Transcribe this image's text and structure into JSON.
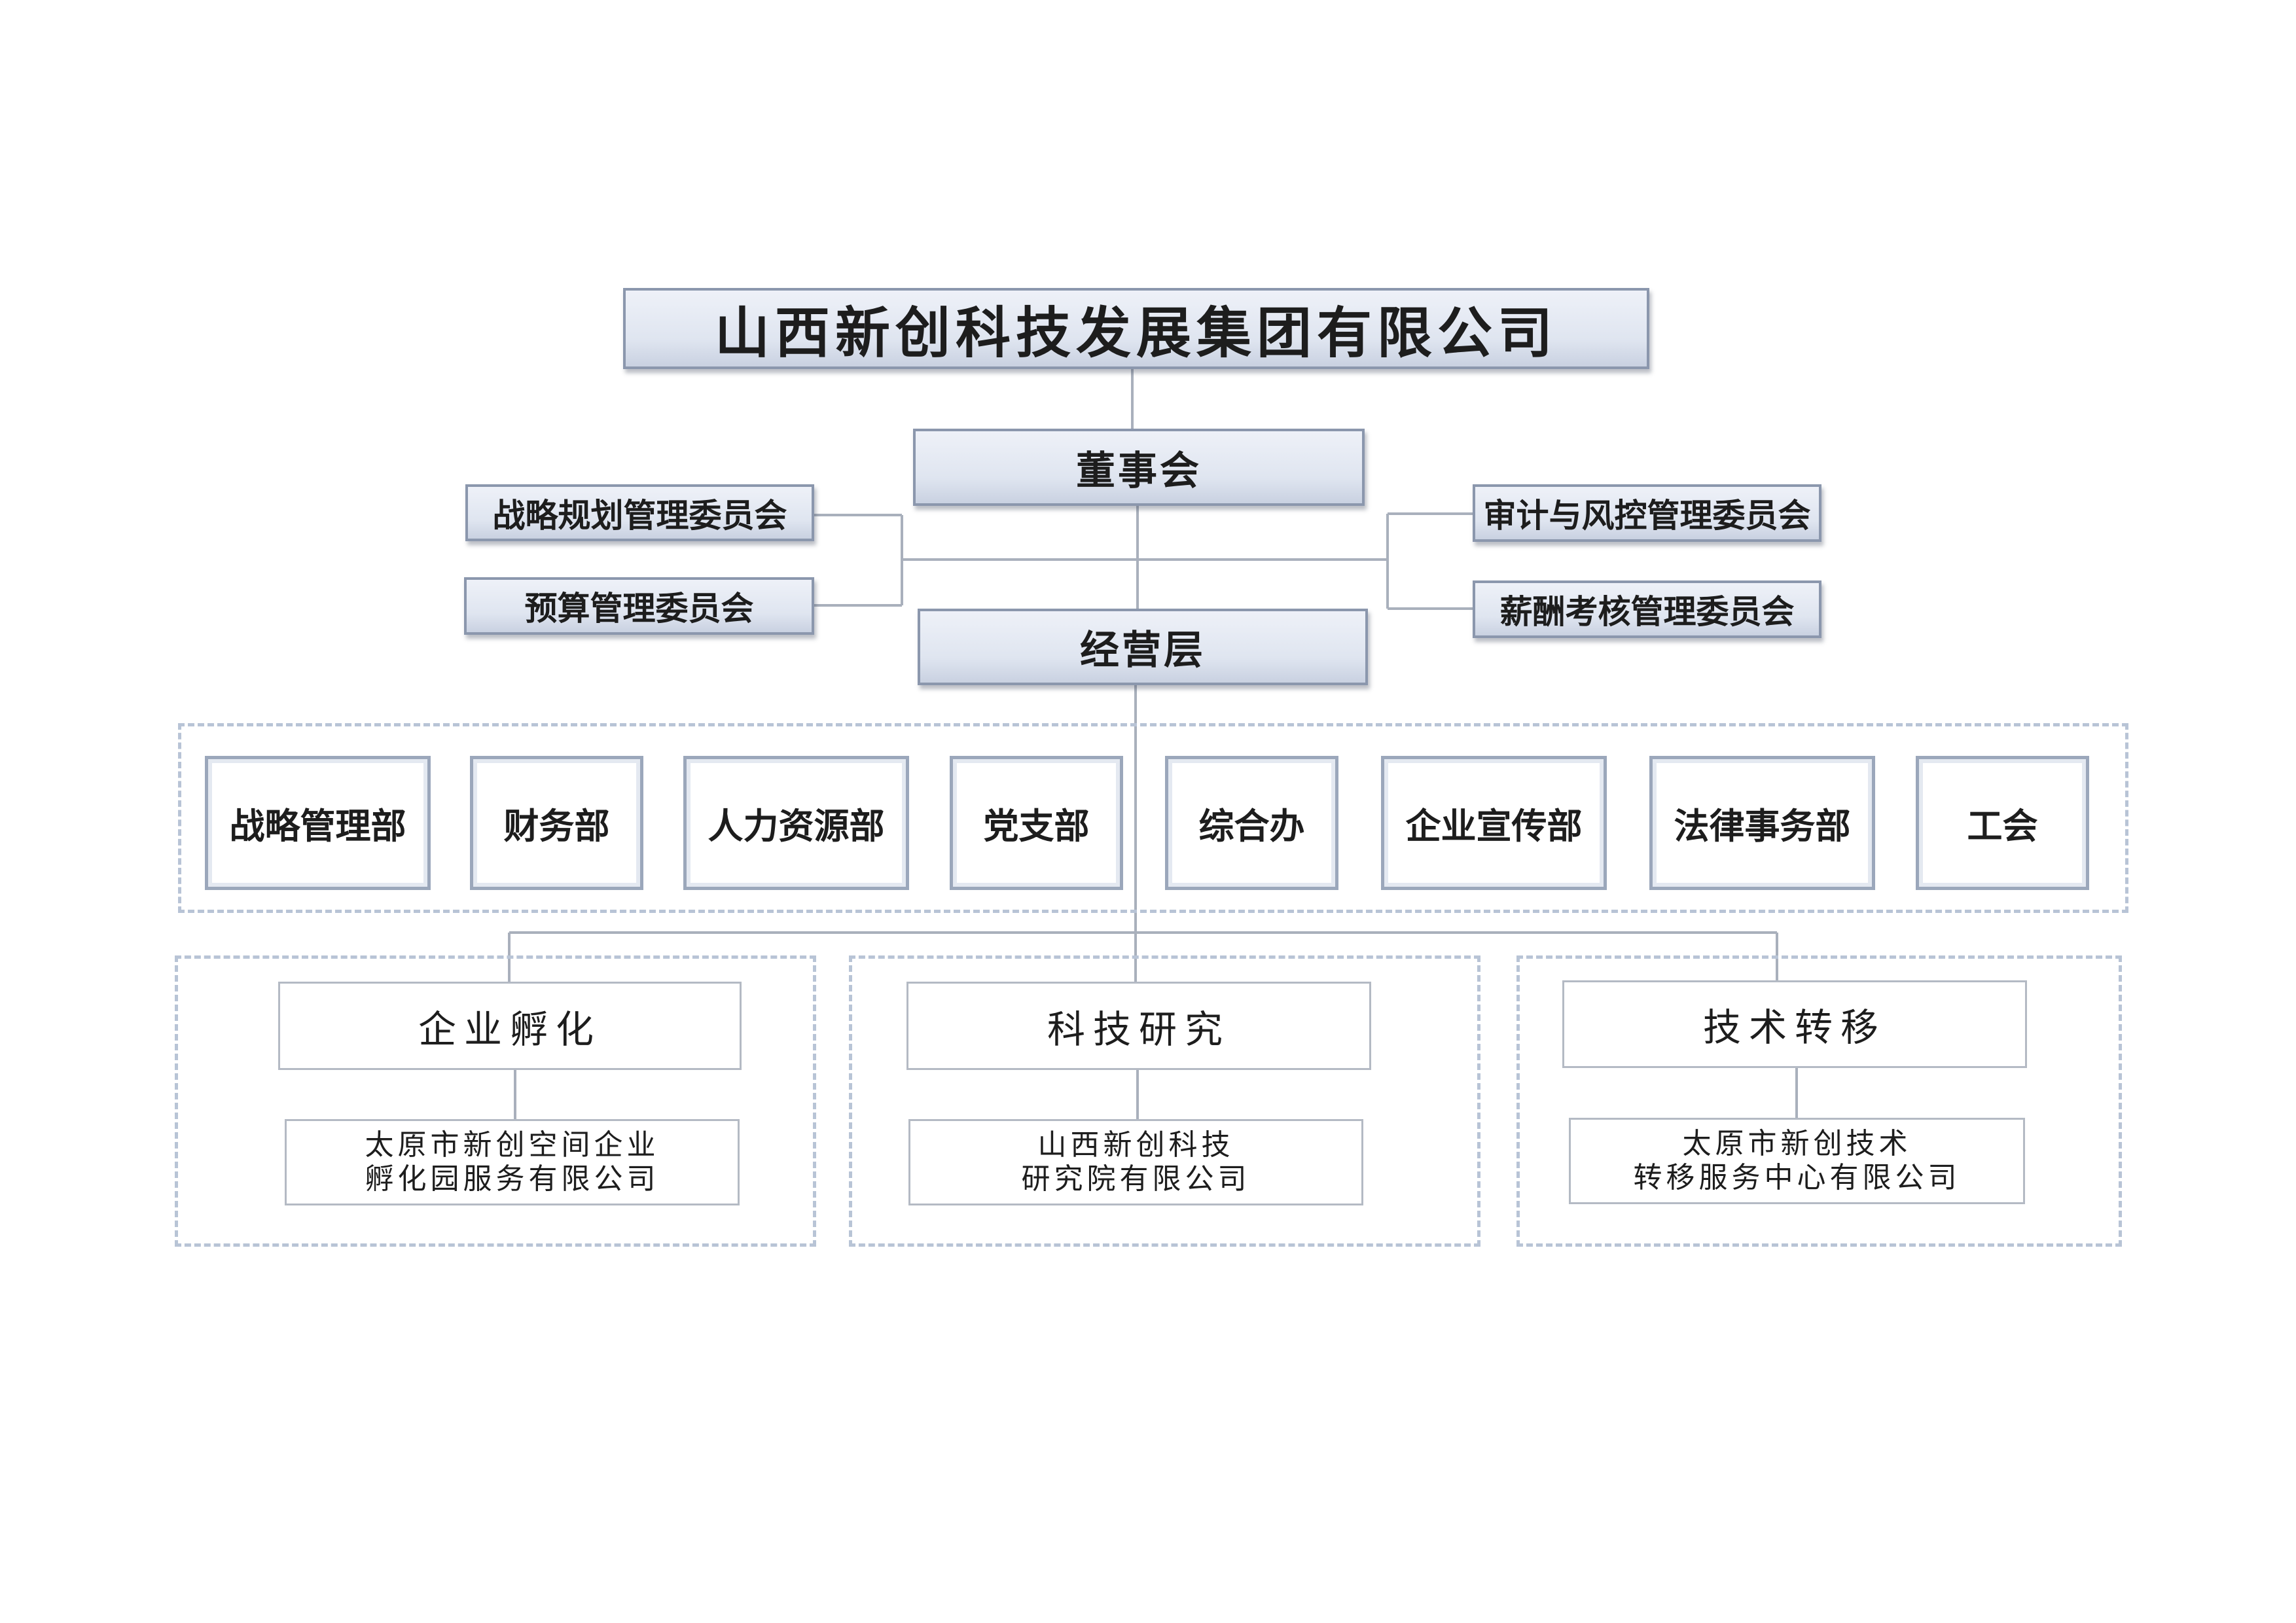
{
  "company": "山西新创科技发展集团有限公司",
  "board": "董事会",
  "management": "经营层",
  "committees": {
    "strategy": "战略规划管理委员会",
    "budget": "预算管理委员会",
    "audit": "审计与风控管理委员会",
    "salary": "薪酬考核管理委员会"
  },
  "departments": [
    "战略管理部",
    "财务部",
    "人力资源部",
    "党支部",
    "综合办",
    "企业宣传部",
    "法律事务部",
    "工会"
  ],
  "segments": [
    {
      "name": "企业孵化",
      "company_lines": [
        "太原市新创空间企业",
        "孵化园服务有限公司"
      ]
    },
    {
      "name": "科技研究",
      "company_lines": [
        "山西新创科技",
        "研究院有限公司"
      ]
    },
    {
      "name": "技术转移",
      "company_lines": [
        "太原市新创技术",
        "转移服务中心有限公司"
      ]
    }
  ],
  "colors": {
    "box_border": "#8b97ad",
    "box_fill_top": "#eef1f8",
    "box_fill_bottom": "#c9d1e1",
    "dashed_border": "#b8c4d6",
    "connector": "#a9b0bc"
  }
}
